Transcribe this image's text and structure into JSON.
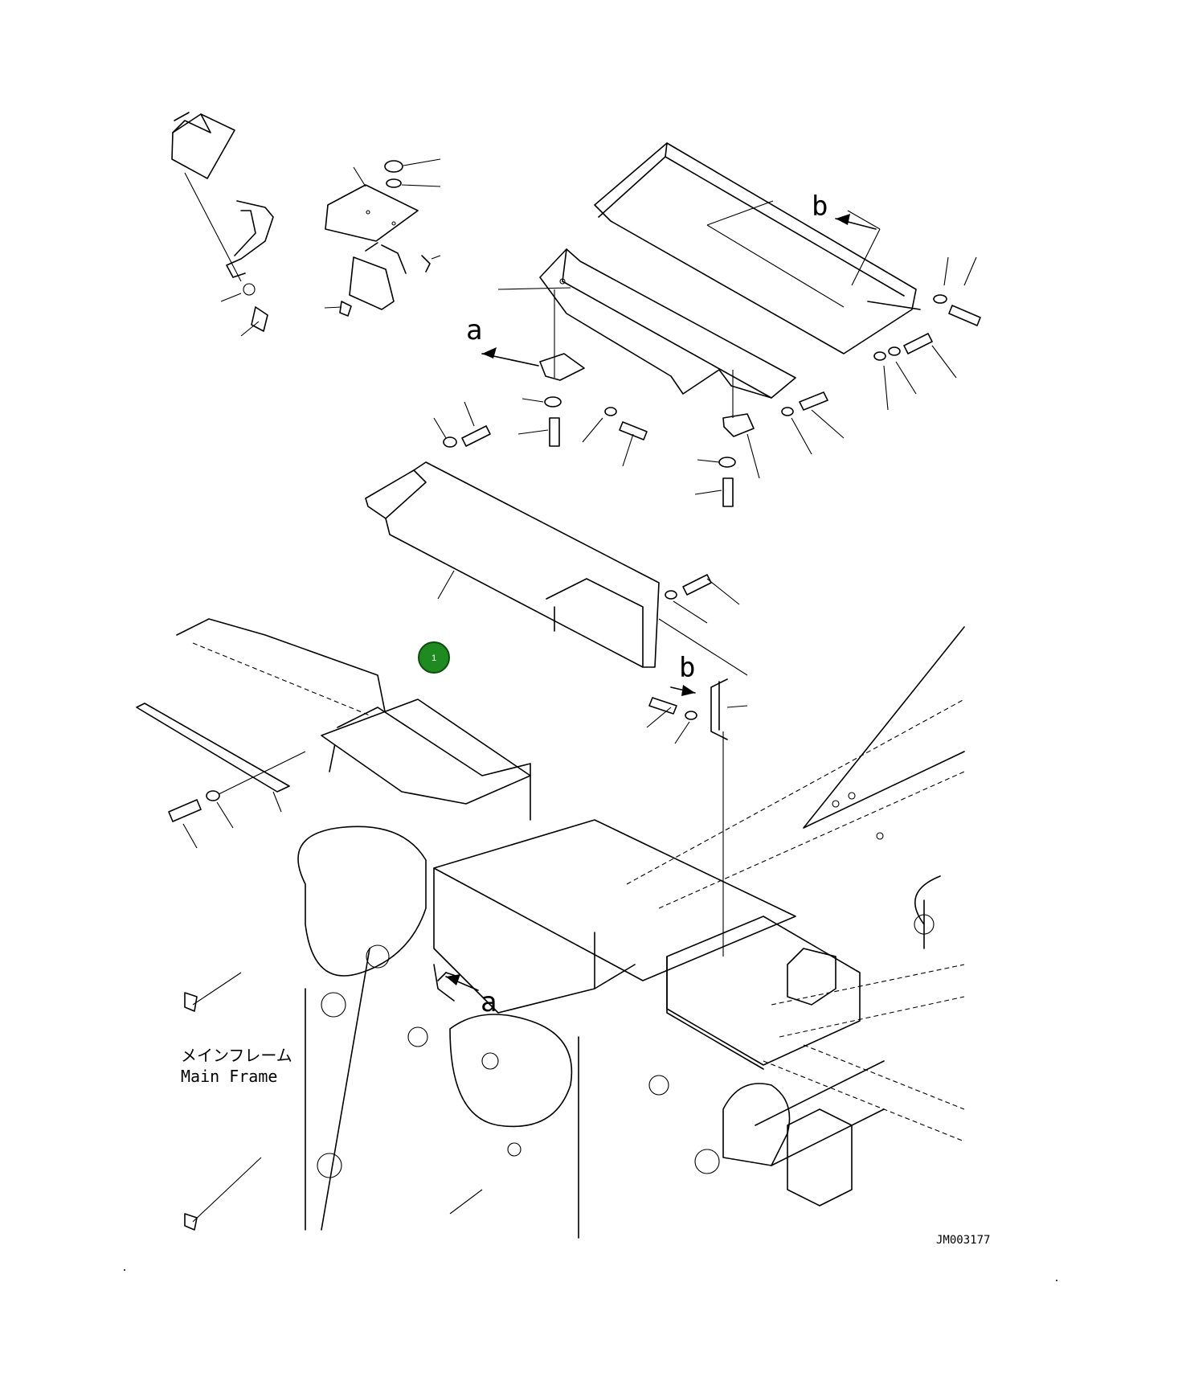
{
  "callout_markers": [
    {
      "id": "1",
      "color": "#1f8a1f"
    }
  ],
  "view_labels": {
    "a_top": "a",
    "b_top": "b",
    "b_mid": "b",
    "a_bottom": "a"
  },
  "main_frame_label": {
    "jp": "メインフレーム",
    "en": "Main Frame"
  },
  "drawing_id": "JM003177"
}
